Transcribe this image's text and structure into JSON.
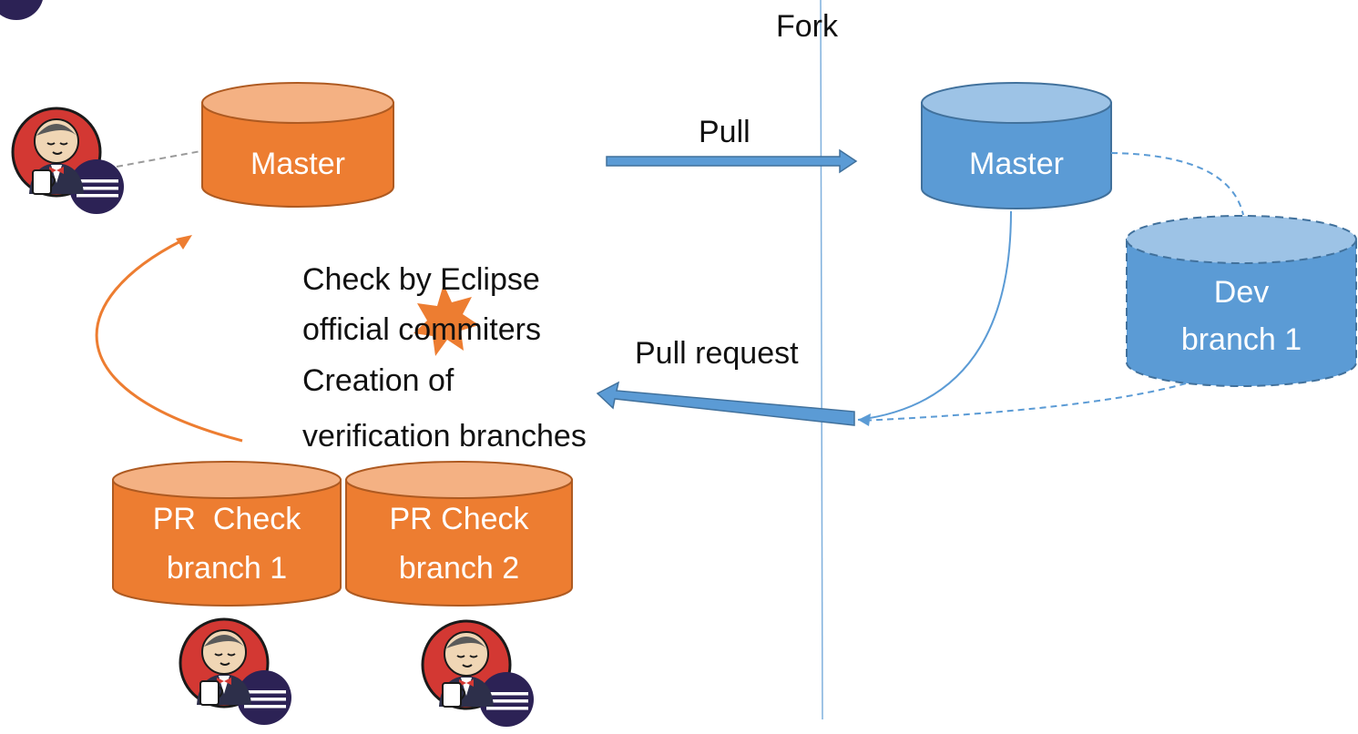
{
  "fork_label": "Fork",
  "pull_label": "Pull",
  "pull_request_label": "Pull request",
  "notes": [
    "Check by Eclipse",
    "official commiters",
    "Creation of",
    "verification branches"
  ],
  "upstream": {
    "master_label": "Master",
    "pr_branches": [
      {
        "line1": "PR  Check",
        "line2": "branch 1"
      },
      {
        "line1": "PR Check",
        "line2": "branch 2"
      }
    ]
  },
  "fork": {
    "master_label": "Master",
    "dev_branch": {
      "line1": "Dev",
      "line2": "branch 1"
    }
  },
  "colors": {
    "orange_fill": "#ED7D31",
    "orange_top": "#F4B183",
    "orange_stroke": "#AE5A21",
    "blue_fill": "#5B9BD5",
    "blue_top": "#9DC3E6",
    "blue_stroke": "#41719C",
    "jenkins_red": "#D33833",
    "eclipse_navy": "#2C2255"
  }
}
